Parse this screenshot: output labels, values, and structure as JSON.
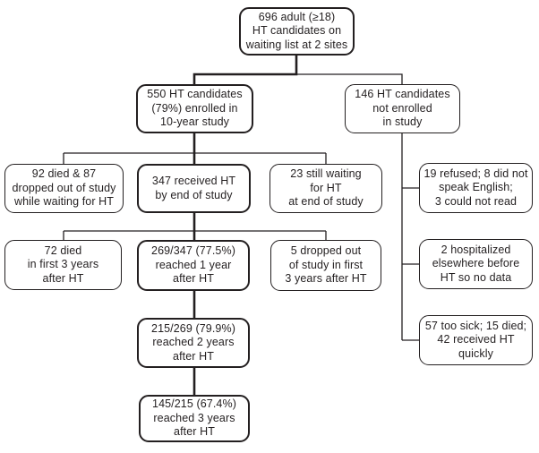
{
  "diagram": "patient-flow-chart",
  "colors": {
    "ink": "#231f20",
    "background": "#ffffff"
  },
  "boxes": {
    "root": {
      "text": "696 adult (≥18)\nHT candidates on\nwaiting list at 2 sites"
    },
    "enrolled": {
      "text": "550 HT candidates\n(79%) enrolled in\n10-year study"
    },
    "not_enrolled": {
      "text": "146 HT candidates\nnot enrolled\nin study"
    },
    "died_waiting": {
      "text": "92 died & 87\ndropped out of study\nwhile waiting for HT"
    },
    "received_ht": {
      "text": "347 received HT\nby end of study"
    },
    "still_waiting": {
      "text": "23 still waiting\nfor HT\nat end of study"
    },
    "refused": {
      "text": "19 refused; 8 did not\nspeak English;\n3 could not read"
    },
    "died_3y": {
      "text": "72 died\nin first 3 years\nafter HT"
    },
    "year1": {
      "text": "269/347 (77.5%)\nreached 1 year\nafter HT"
    },
    "dropped_3y": {
      "text": "5 dropped out\nof study in first\n3 years after HT"
    },
    "hospitalized": {
      "text": "2 hospitalized\nelsewhere before\nHT so no data"
    },
    "year2": {
      "text": "215/269 (79.9%)\nreached 2 years\nafter HT"
    },
    "too_sick": {
      "text": "57 too sick; 15 died;\n42 received HT\nquickly"
    },
    "year3": {
      "text": "145/215 (67.4%)\nreached 3 years\nafter HT"
    }
  }
}
